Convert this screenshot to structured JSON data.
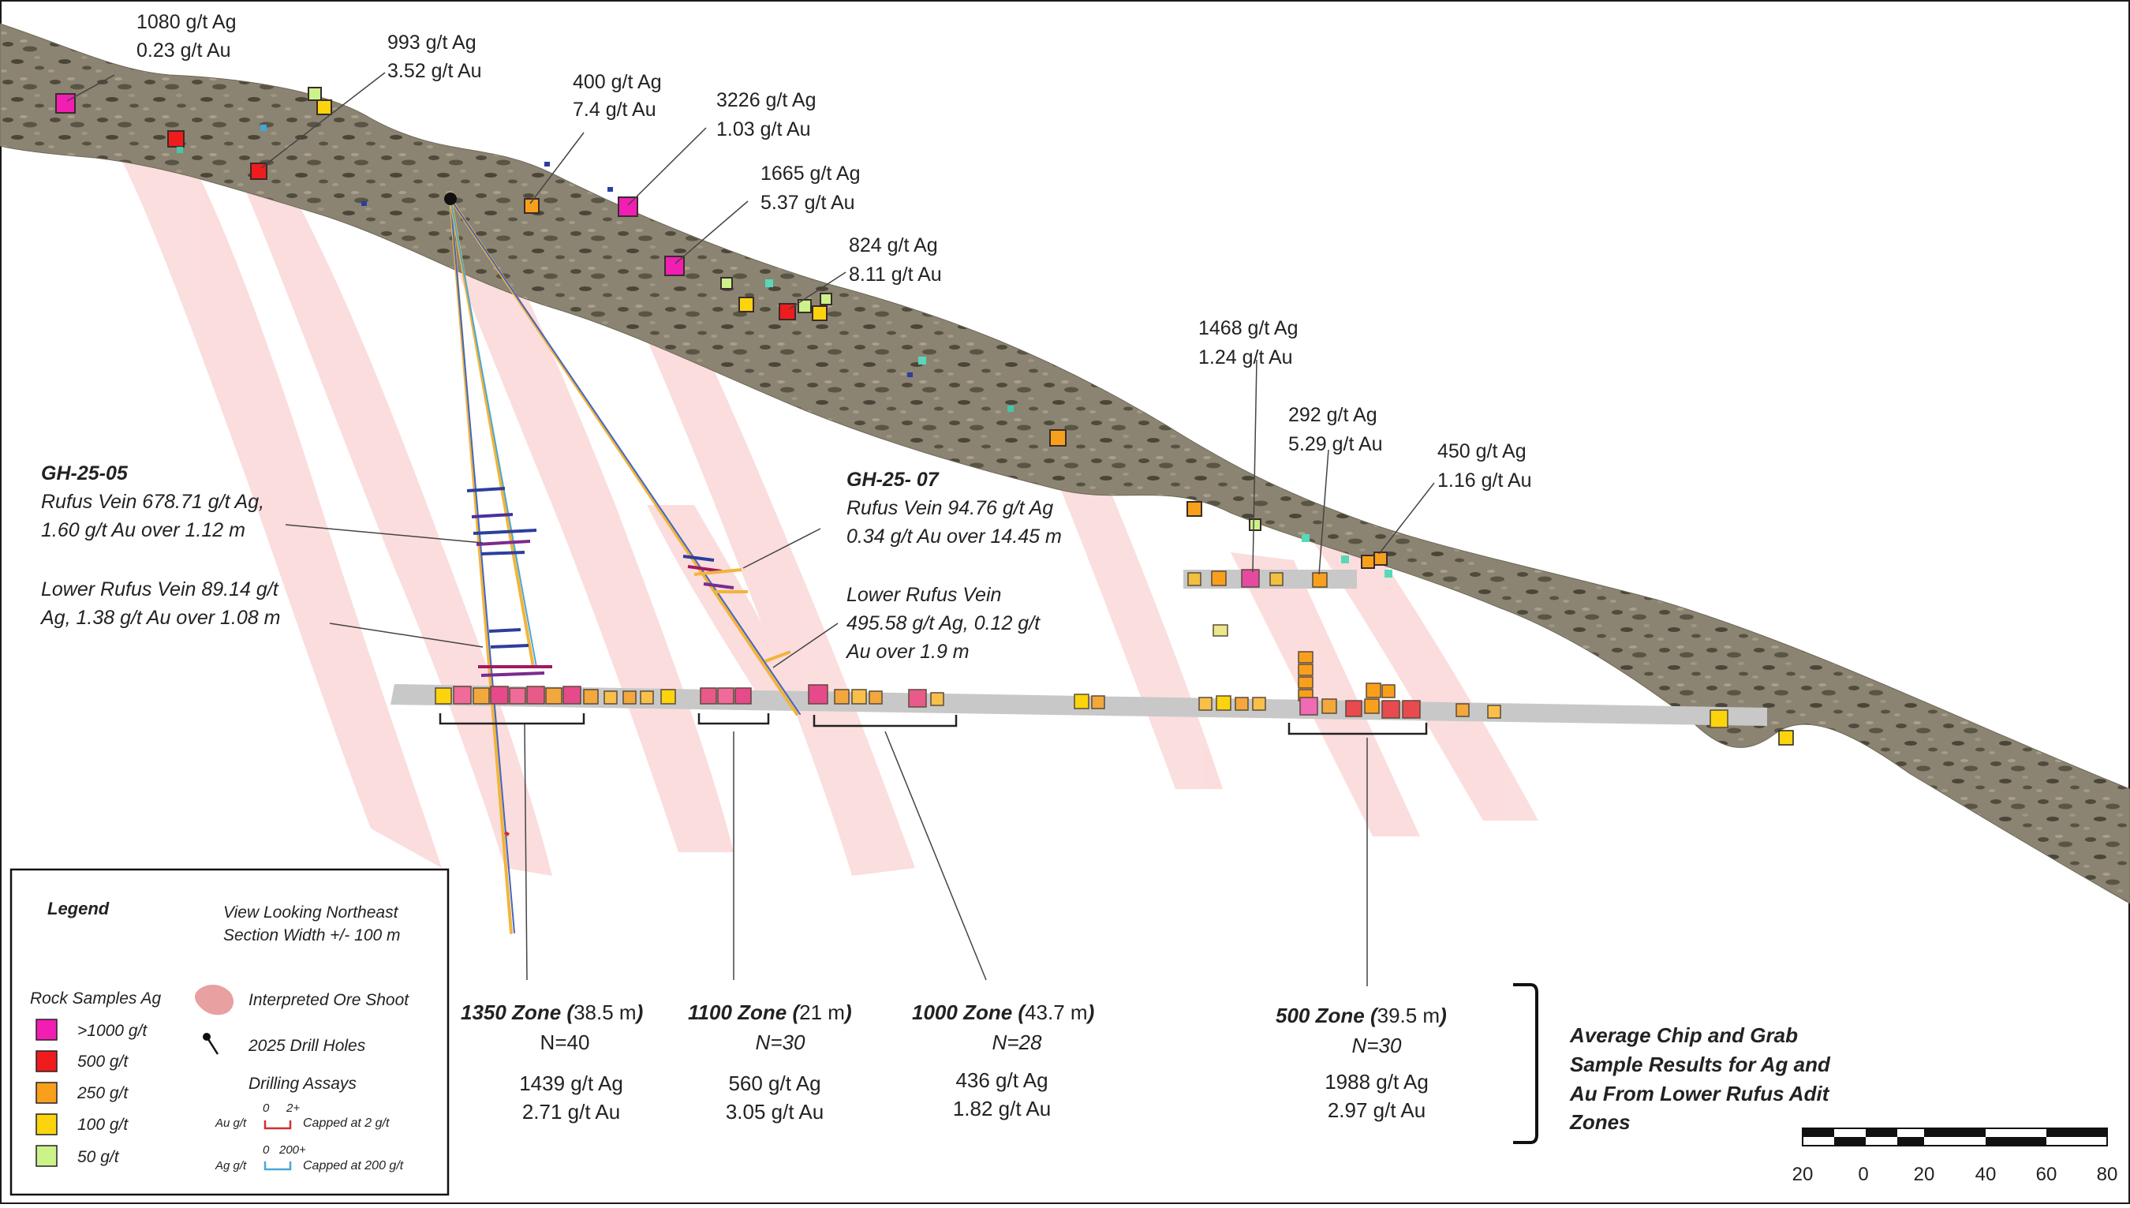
{
  "section": {
    "surface_callouts": [
      {
        "ag": "1080 g/t Ag",
        "au": "0.23 g/t Au"
      },
      {
        "ag": "993 g/t Ag",
        "au": "3.52 g/t Au"
      },
      {
        "ag": "400 g/t Ag",
        "au": "7.4 g/t Au"
      },
      {
        "ag": "3226 g/t Ag",
        "au": "1.03 g/t Au"
      },
      {
        "ag": "1665 g/t Ag",
        "au": "5.37 g/t Au"
      },
      {
        "ag": "824 g/t Ag",
        "au": "8.11 g/t Au"
      },
      {
        "ag": "1468 g/t Ag",
        "au": "1.24 g/t Au"
      },
      {
        "ag": "292 g/t Ag",
        "au": "5.29 g/t Au"
      },
      {
        "ag": "450 g/t Ag",
        "au": "1.16 g/t Au"
      }
    ],
    "drill_holes": [
      {
        "name": "GH-25-05",
        "lines": [
          "Rufus Vein 678.71 g/t Ag,",
          "1.60 g/t Au over 1.12 m"
        ],
        "lower_lines": [
          "Lower Rufus Vein 89.14 g/t",
          "Ag, 1.38 g/t Au over 1.08 m"
        ]
      },
      {
        "name": "GH-25- 07",
        "lines": [
          "Rufus Vein 94.76 g/t Ag",
          "0.34 g/t Au over 14.45 m"
        ],
        "lower_lines": [
          "Lower Rufus Vein",
          "495.58 g/t Ag, 0.12 g/t",
          "Au over 1.9 m"
        ]
      }
    ],
    "zones": [
      {
        "name": "1350 Zone",
        "open": " (",
        "width": "38.5 m",
        "close": ")",
        "n": "N=40",
        "ag": "1439 g/t Ag",
        "au": "2.71 g/t Au"
      },
      {
        "name": "1100 Zone",
        "open": " (",
        "width": "21 m",
        "close": ")",
        "n": "N=30",
        "ag": "560 g/t Ag",
        "au": "3.05 g/t Au"
      },
      {
        "name": "1000 Zone",
        "open": " (",
        "width": "43.7 m",
        "close": ")",
        "n": "N=28",
        "ag": "436 g/t Ag",
        "au": "1.82 g/t Au"
      },
      {
        "name": "500 Zone",
        "open": " (",
        "width": "39.5 m",
        "close": ")",
        "n": "N=30",
        "ag": "1988 g/t Ag",
        "au": "2.97 g/t Au"
      }
    ],
    "average_note": [
      "Average Chip and Grab",
      "Sample Results for Ag and",
      "Au From Lower Rufus Adit",
      "Zones"
    ]
  },
  "legend": {
    "title": "Legend",
    "view": "View Looking Northeast",
    "section_width": "Section Width +/- 100 m",
    "rock_title": "Rock Samples Ag",
    "rock_items": [
      {
        "label": ">1000 g/t",
        "color": "#f21eb4"
      },
      {
        "label": "500 g/t",
        "color": "#ee1c1c"
      },
      {
        "label": "250 g/t",
        "color": "#f8a01c"
      },
      {
        "label": "100 g/t",
        "color": "#fbd40e"
      },
      {
        "label": "50 g/t",
        "color": "#ccf28a"
      }
    ],
    "ore_shoot": "Interpreted Ore Shoot",
    "drill_holes": "2025 Drill Holes",
    "drilling_assays": "Drilling Assays",
    "au_label": "Au g/t",
    "au_min": "0",
    "au_max": "2+",
    "au_cap": "Capped at 2 g/t",
    "ag_label": "Ag g/t",
    "ag_min": "0",
    "ag_max": "200+",
    "ag_cap": "Capped at 200 g/t"
  },
  "scale_bar": {
    "ticks": [
      "20",
      "0",
      "20",
      "40",
      "60",
      "80"
    ]
  },
  "colors": {
    "ore_shoot": "#fbdada",
    "ground": "#8a8270",
    "adit": "#c9c9c9",
    "au_trace": "#d03030",
    "ag_trace": "#48a8d8",
    "drill_trace": "#3a5ab8"
  }
}
